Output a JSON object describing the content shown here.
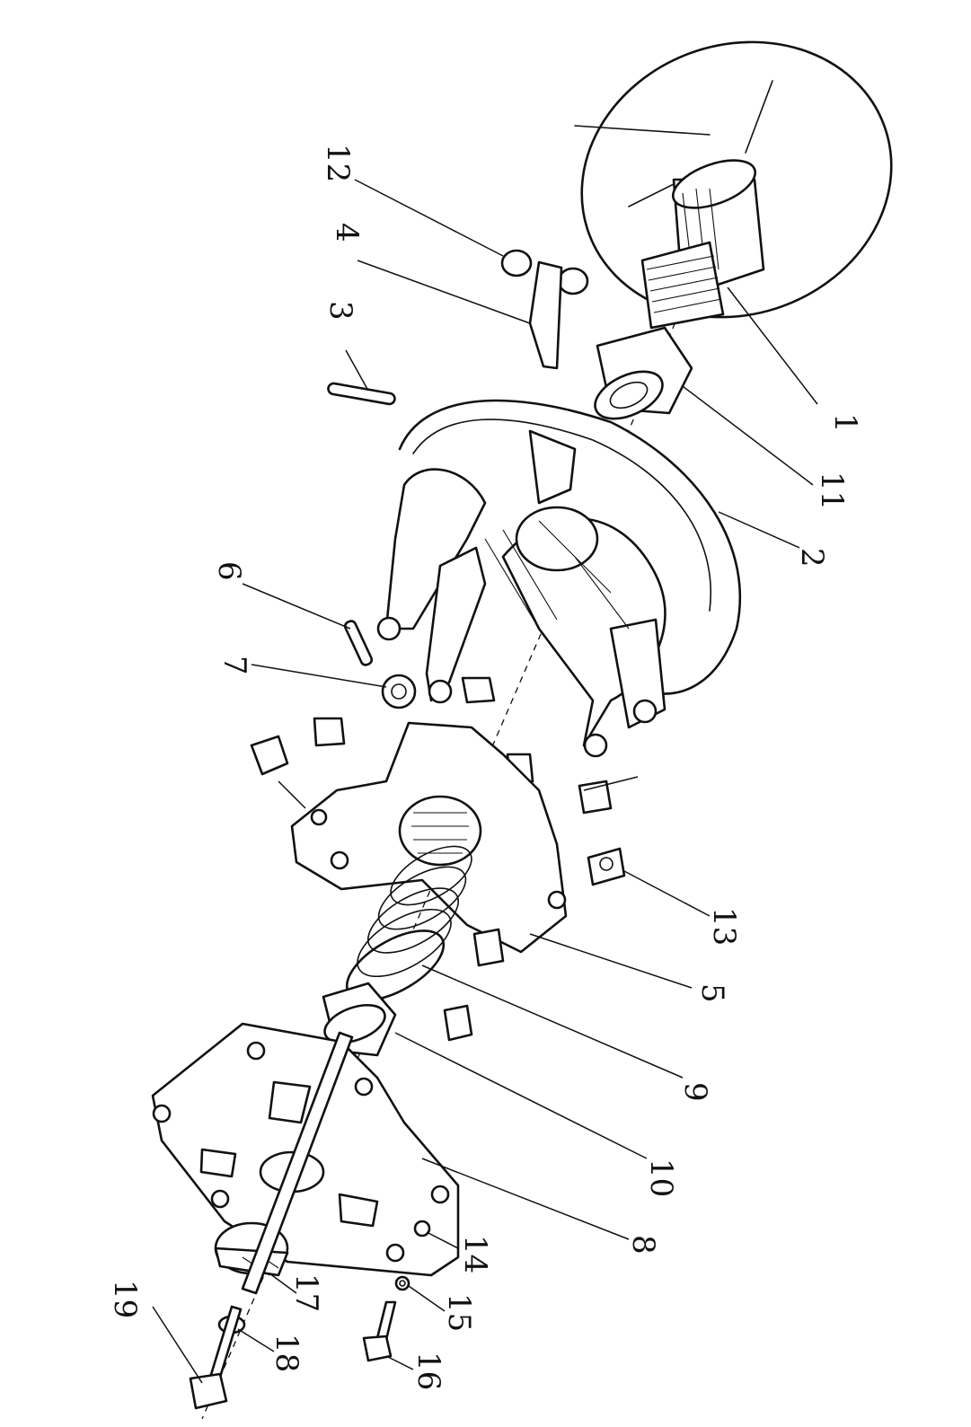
{
  "figure": {
    "callouts": [
      {
        "id": "1",
        "text": "1"
      },
      {
        "id": "2",
        "text": "2"
      },
      {
        "id": "3",
        "text": "3"
      },
      {
        "id": "4",
        "text": "4"
      },
      {
        "id": "5",
        "text": "5"
      },
      {
        "id": "6",
        "text": "6"
      },
      {
        "id": "7",
        "text": "7"
      },
      {
        "id": "8",
        "text": "8"
      },
      {
        "id": "9",
        "text": "9"
      },
      {
        "id": "10",
        "text": "10"
      },
      {
        "id": "11",
        "text": "11"
      },
      {
        "id": "12",
        "text": "12"
      },
      {
        "id": "13",
        "text": "13"
      },
      {
        "id": "14",
        "text": "14"
      },
      {
        "id": "15",
        "text": "15"
      },
      {
        "id": "16",
        "text": "16"
      },
      {
        "id": "17",
        "text": "17"
      },
      {
        "id": "18",
        "text": "18"
      },
      {
        "id": "19",
        "text": "19"
      }
    ]
  }
}
